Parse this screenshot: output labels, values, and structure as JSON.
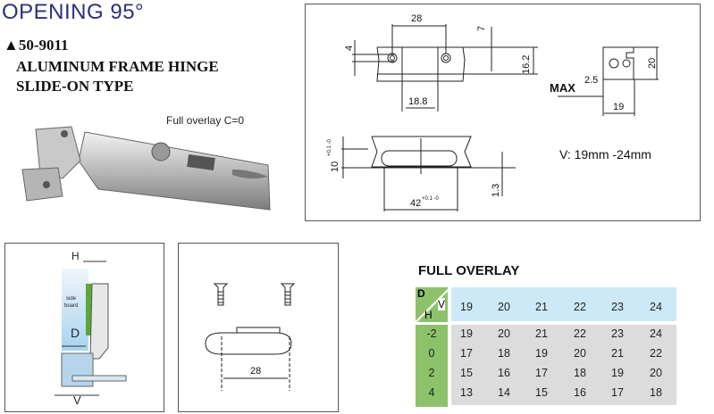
{
  "header": {
    "title": "OPENING 95°",
    "model": "▲50-9011",
    "name_line1": "ALUMINUM FRAME HINGE",
    "name_line2": "SLIDE-ON TYPE",
    "overlay_note": "Full overlay C=0"
  },
  "drawing_top": {
    "dim_28": "28",
    "dim_7": "7",
    "dim_4": "4",
    "dim_16_2": "16.2",
    "dim_18_8": "18.8",
    "dim_10": "10",
    "dim_10_tol": "+0.1 -0",
    "dim_42": "42",
    "dim_42_tol": "+0.1 -0",
    "dim_1_3": "1.3",
    "max_label": "MAX",
    "dim_2_5": "2.5",
    "dim_20": "20",
    "dim_19": "19",
    "v_range": "V: 19mm -24mm"
  },
  "diagram_side": {
    "h_label": "H",
    "side_label1": "side",
    "side_label2": "board",
    "d_label": "D",
    "v_label": "V"
  },
  "diagram_plate": {
    "dim_28": "28"
  },
  "table": {
    "title": "FULL OVERLAY",
    "corner_d": "D",
    "corner_v": "V",
    "corner_h": "H",
    "v_values": [
      "19",
      "20",
      "21",
      "22",
      "23",
      "24"
    ],
    "rows": [
      {
        "h": "-2",
        "d": [
          "19",
          "20",
          "21",
          "22",
          "23",
          "24"
        ]
      },
      {
        "h": "0",
        "d": [
          "17",
          "18",
          "19",
          "20",
          "21",
          "22"
        ]
      },
      {
        "h": "2",
        "d": [
          "15",
          "16",
          "17",
          "18",
          "19",
          "20"
        ]
      },
      {
        "h": "4",
        "d": [
          "13",
          "14",
          "15",
          "16",
          "17",
          "18"
        ]
      }
    ],
    "colors": {
      "header": "#cde9f7",
      "body": "#dcdcdc",
      "side": "#8dc26b"
    }
  }
}
